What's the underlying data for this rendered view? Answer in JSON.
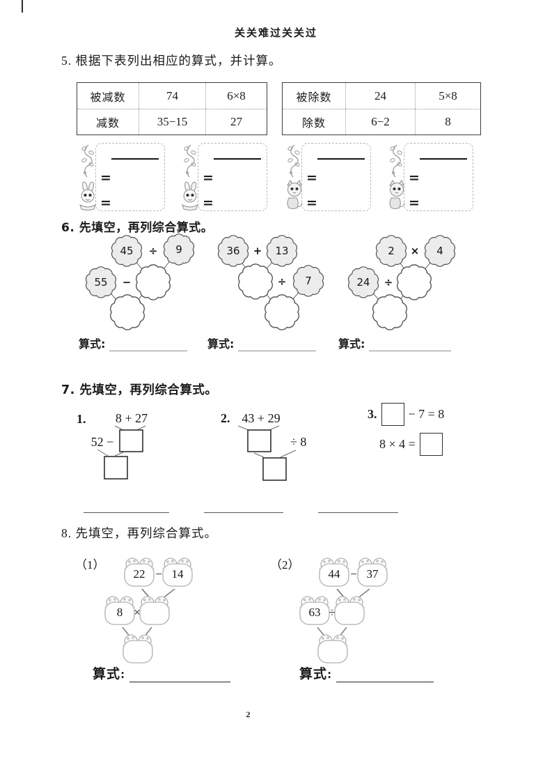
{
  "page": {
    "header": "关关难过关关过",
    "number": "2"
  },
  "q5": {
    "title": "5. 根据下表列出相应的算式，并计算。",
    "table_left": {
      "r1": [
        "被减数",
        "74",
        "6×8"
      ],
      "r2": [
        "减数",
        "35−15",
        "27"
      ]
    },
    "table_right": {
      "r1": [
        "被除数",
        "24",
        "5×8"
      ],
      "r2": [
        "除数",
        "6−2",
        "8"
      ]
    },
    "equals": "="
  },
  "q6": {
    "title": "6. 先填空，再列综合算式。",
    "equation_label": "算式:",
    "d1": {
      "a": "45",
      "op1": "÷",
      "b": "9",
      "c": "55",
      "op2": "−"
    },
    "d2": {
      "a": "36",
      "op1": "+",
      "b": "13",
      "op2": "÷",
      "c": "7"
    },
    "d3": {
      "a": "2",
      "op1": "×",
      "b": "4",
      "c": "24",
      "op2": "÷"
    }
  },
  "q7": {
    "title": "7. 先填空，再列综合算式。",
    "p1": {
      "label": "1.",
      "top": "8 + 27",
      "left": "52 −"
    },
    "p2": {
      "label": "2.",
      "top": "43 + 29",
      "right": "÷ 8"
    },
    "p3": {
      "label": "3.",
      "after_box": "− 7 = 8",
      "line2": "8 × 4 ="
    }
  },
  "q8": {
    "title": "8.  先填空，再列综合算式。",
    "equation_label": "算式:",
    "d1": {
      "index": "（1）",
      "a": "22",
      "op1": "−",
      "b": "14",
      "c": "8",
      "op2": "×"
    },
    "d2": {
      "index": "（2）",
      "a": "44",
      "op1": "−",
      "b": "37",
      "c": "63",
      "op2": "÷"
    }
  }
}
